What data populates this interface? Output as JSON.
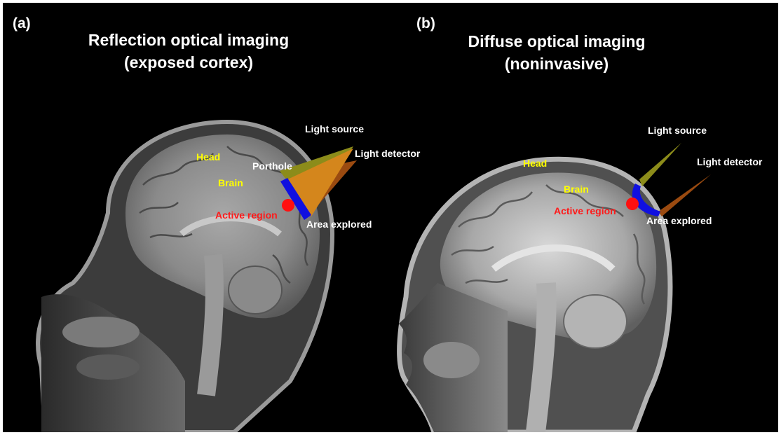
{
  "panel_a": {
    "letter": "(a)",
    "title_line1": "Reflection optical imaging",
    "title_line2": "(exposed cortex)",
    "labels": {
      "head": "Head",
      "brain": "Brain",
      "porthole": "Porthole",
      "light_source": "Light source",
      "light_detector": "Light detector",
      "active_region": "Active region",
      "area_explored": "Area explored"
    }
  },
  "panel_b": {
    "letter": "(b)",
    "title_line1": "Diffuse optical imaging",
    "title_line2": "(noninvasive)",
    "labels": {
      "head": "Head",
      "brain": "Brain",
      "light_source": "Light source",
      "light_detector": "Light detector",
      "active_region": "Active region",
      "area_explored": "Area explored"
    }
  },
  "colors": {
    "background": "#000000",
    "title_text": "#ffffff",
    "anatomy_label": "#ffff00",
    "active_region": "#ff0000",
    "area_explored": "#1010e0",
    "light_source_beam": "#8c8c1a",
    "light_detector_beam": "#9a4a10",
    "porthole_cone": "#d4861c"
  }
}
